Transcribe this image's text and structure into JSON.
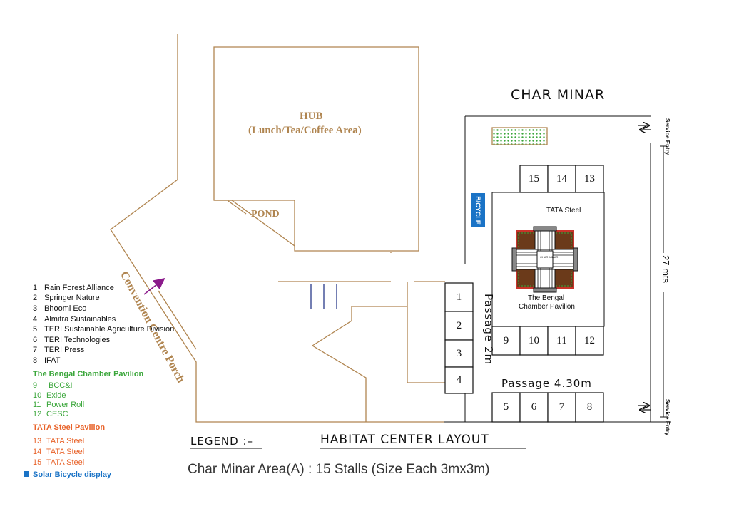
{
  "title": "HABITAT CENTER  LAYOUT",
  "subtitle": "Char Minar Area(A) : 15 Stalls (Size Each 3mx3m)",
  "legend_heading": "LEGEND :–",
  "areas": {
    "char_minar": "CHAR MINAR",
    "hub_line1": "HUB",
    "hub_line2": "(Lunch/Tea/Coffee Area)",
    "pond": "POND",
    "porch": "Convention Centre Porch",
    "tata_steel": "TATA Steel",
    "bengal_line1": "The Bengal",
    "bengal_line2": "Chamber Pavilion",
    "bicycle": "BICYCLE",
    "passage_vertical": "Passage 2m",
    "passage_horizontal": "Passage  4.30m",
    "dimension": "27 mts",
    "service_entry": "Service Entry",
    "mini_label": "CHAR MINAR"
  },
  "stalls": [
    "1",
    "2",
    "3",
    "4",
    "5",
    "6",
    "7",
    "8",
    "9",
    "10",
    "11",
    "12",
    "13",
    "14",
    "15"
  ],
  "legend": {
    "general": [
      {
        "n": "1",
        "name": "Rain Forest Alliance"
      },
      {
        "n": "2",
        "name": "Springer Nature"
      },
      {
        "n": "3",
        "name": "Bhoomi Eco"
      },
      {
        "n": "4",
        "name": "Almitra Sustainables"
      },
      {
        "n": "5",
        "name": "TERI Sustainable Agriculture Division"
      },
      {
        "n": "6",
        "name": "TERI Technologies"
      },
      {
        "n": "7",
        "name": "TERI Press"
      },
      {
        "n": "8",
        "name": "IFAT"
      }
    ],
    "bengal_heading": "The Bengal Chamber Pavilion",
    "bengal": [
      {
        "n": "9",
        "name": "BCC&I"
      },
      {
        "n": "10",
        "name": "Exide"
      },
      {
        "n": "11",
        "name": "Power Roll"
      },
      {
        "n": "12",
        "name": "CESC"
      }
    ],
    "tata_heading": "TATA Steel Pavilion",
    "tata": [
      {
        "n": "13",
        "name": "TATA Steel"
      },
      {
        "n": "14",
        "name": "TATA Steel"
      },
      {
        "n": "15",
        "name": "TATA Steel"
      }
    ],
    "solar": "Solar Bicycle display"
  },
  "colors": {
    "wall": "#b08550",
    "green": "#3aa63a",
    "orange": "#e8632a",
    "blue": "#1a73c6",
    "arrow": "#8b1a8b"
  }
}
